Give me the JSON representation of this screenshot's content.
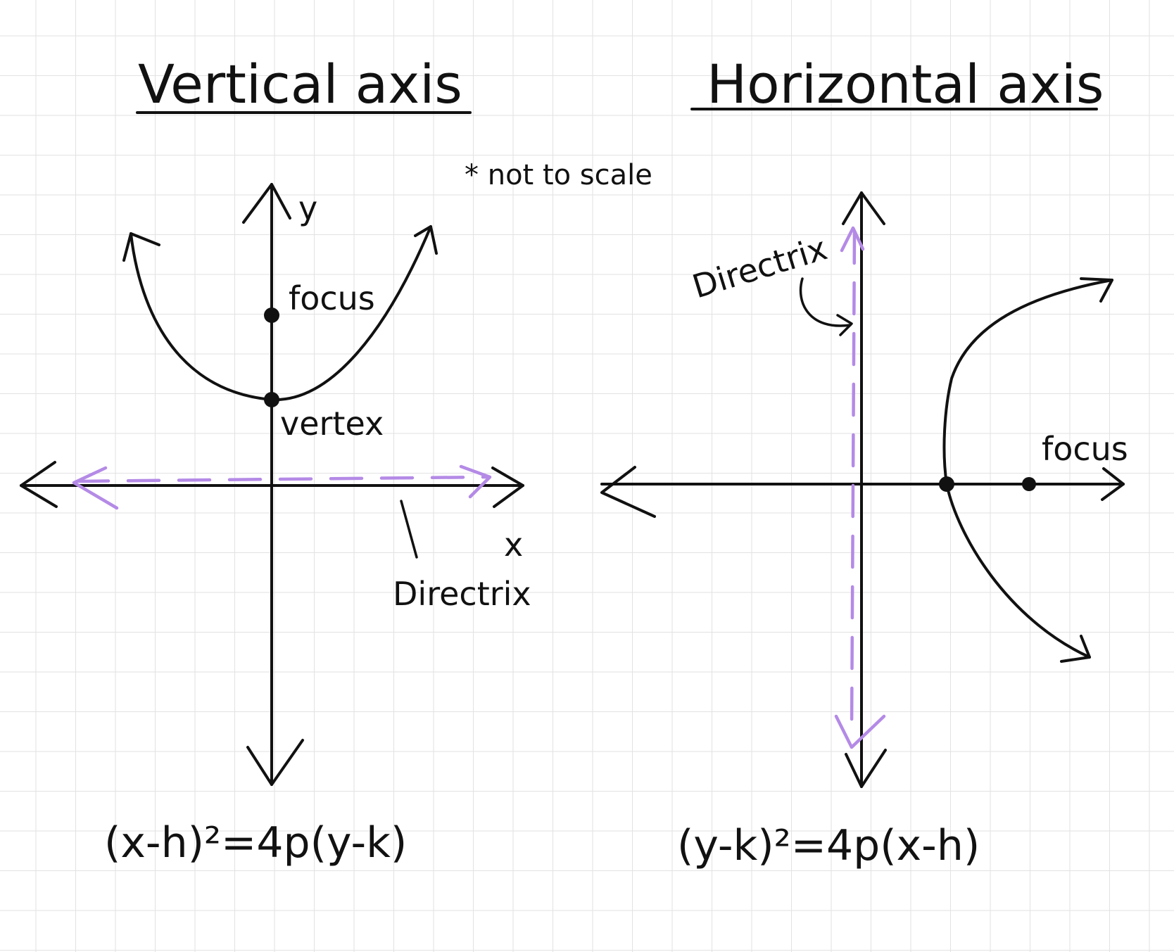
{
  "left_panel": {
    "title": "Vertical axis",
    "y_axis_label": "y",
    "x_axis_label": "x",
    "focus_label": "focus",
    "vertex_label": "vertex",
    "directrix_label": "Directrix",
    "equation": "(x-h)²=4p(y-k)"
  },
  "note": "* not to scale",
  "right_panel": {
    "title": "Horizontal axis",
    "directrix_label": "Directrix",
    "focus_label": "focus",
    "equation": "(y-k)²=4p(x-h)"
  },
  "colors": {
    "ink": "#111111",
    "directrix": "#b48ae6",
    "grid": "#e2e2e2"
  }
}
